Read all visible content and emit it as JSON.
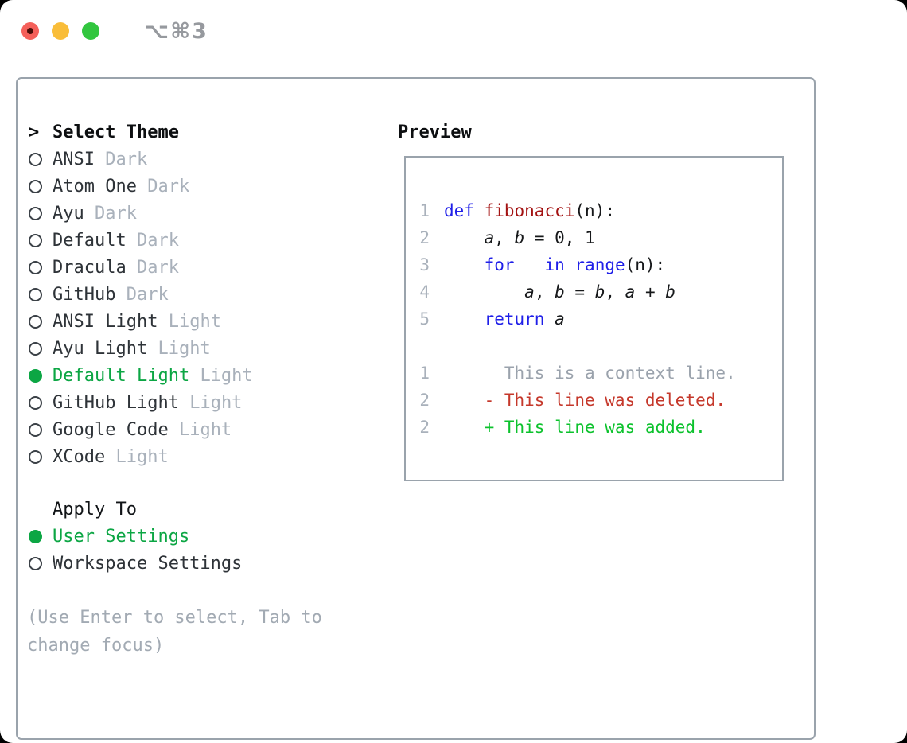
{
  "titlebar": {
    "shortcut": "⌥⌘3",
    "traffic_lights": [
      "close",
      "minimize",
      "zoom"
    ]
  },
  "colors": {
    "accent_green": "#0ca644",
    "added_green": "#0cc22d",
    "deleted_red": "#c5382b",
    "keyword_blue": "#1f1fe8",
    "function_red": "#a31212",
    "muted_gray": "#a9b1bb",
    "border_gray": "#9aa3ac"
  },
  "theme_picker": {
    "prompt": ">",
    "title": "Select Theme",
    "themes": [
      {
        "name": "ANSI",
        "variant": "Dark",
        "selected": false
      },
      {
        "name": "Atom One",
        "variant": "Dark",
        "selected": false
      },
      {
        "name": "Ayu",
        "variant": "Dark",
        "selected": false
      },
      {
        "name": "Default",
        "variant": "Dark",
        "selected": false
      },
      {
        "name": "Dracula",
        "variant": "Dark",
        "selected": false
      },
      {
        "name": "GitHub",
        "variant": "Dark",
        "selected": false
      },
      {
        "name": "ANSI Light",
        "variant": "Light",
        "selected": false
      },
      {
        "name": "Ayu Light",
        "variant": "Light",
        "selected": false
      },
      {
        "name": "Default Light",
        "variant": "Light",
        "selected": true
      },
      {
        "name": "GitHub Light",
        "variant": "Light",
        "selected": false
      },
      {
        "name": "Google Code",
        "variant": "Light",
        "selected": false
      },
      {
        "name": "XCode",
        "variant": "Light",
        "selected": false
      }
    ]
  },
  "apply_to": {
    "title": "Apply To",
    "options": [
      {
        "label": "User Settings",
        "selected": true
      },
      {
        "label": "Workspace Settings",
        "selected": false
      }
    ]
  },
  "help_text": "(Use Enter to select, Tab to change focus)",
  "preview": {
    "title": "Preview",
    "code_lines": [
      {
        "num": "1",
        "segments": [
          {
            "text": "def",
            "style": "kw"
          },
          {
            "text": " ",
            "style": "plain"
          },
          {
            "text": "fibonacci",
            "style": "fn"
          },
          {
            "text": "(n):",
            "style": "plain"
          }
        ]
      },
      {
        "num": "2",
        "segments": [
          {
            "text": "    ",
            "style": "plain"
          },
          {
            "text": "a",
            "style": "var"
          },
          {
            "text": ", ",
            "style": "plain"
          },
          {
            "text": "b",
            "style": "var"
          },
          {
            "text": " = 0, 1",
            "style": "plain"
          }
        ]
      },
      {
        "num": "3",
        "segments": [
          {
            "text": "    ",
            "style": "plain"
          },
          {
            "text": "for",
            "style": "kw"
          },
          {
            "text": " _ ",
            "style": "plain"
          },
          {
            "text": "in",
            "style": "kw"
          },
          {
            "text": " ",
            "style": "plain"
          },
          {
            "text": "range",
            "style": "kw"
          },
          {
            "text": "(n):",
            "style": "plain"
          }
        ]
      },
      {
        "num": "4",
        "segments": [
          {
            "text": "        ",
            "style": "plain"
          },
          {
            "text": "a",
            "style": "var"
          },
          {
            "text": ", ",
            "style": "plain"
          },
          {
            "text": "b",
            "style": "var"
          },
          {
            "text": " = ",
            "style": "plain"
          },
          {
            "text": "b",
            "style": "var"
          },
          {
            "text": ", ",
            "style": "plain"
          },
          {
            "text": "a",
            "style": "var"
          },
          {
            "text": " + ",
            "style": "plain"
          },
          {
            "text": "b",
            "style": "var"
          }
        ]
      },
      {
        "num": "5",
        "segments": [
          {
            "text": "    ",
            "style": "plain"
          },
          {
            "text": "return",
            "style": "kw"
          },
          {
            "text": " ",
            "style": "plain"
          },
          {
            "text": "a",
            "style": "var"
          }
        ]
      },
      {
        "num": "",
        "segments": []
      },
      {
        "num": "1",
        "segments": [
          {
            "text": "      This is a context line.",
            "style": "context"
          }
        ]
      },
      {
        "num": "2",
        "segments": [
          {
            "text": "    - This line was deleted.",
            "style": "deleted"
          }
        ]
      },
      {
        "num": "2",
        "segments": [
          {
            "text": "    + This line was added.",
            "style": "added"
          }
        ]
      }
    ]
  }
}
